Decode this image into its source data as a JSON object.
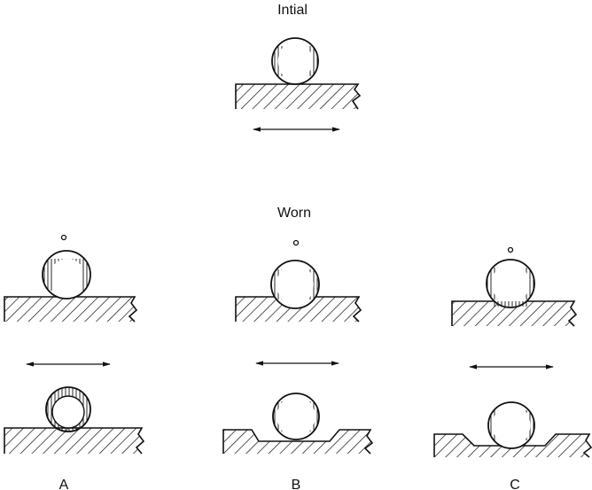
{
  "labels": {
    "initial_title": "Intial",
    "worn_title": "Worn",
    "panel_a": "A",
    "panel_b": "B",
    "panel_c": "C"
  },
  "colors": {
    "ink": "#111111",
    "background": "#ffffff"
  },
  "icons": {
    "hatch": "diagonal-hatch-pattern",
    "ball": "hatched-sphere",
    "motion": "double-headed-arrow",
    "axis": "small-circle-marker"
  }
}
